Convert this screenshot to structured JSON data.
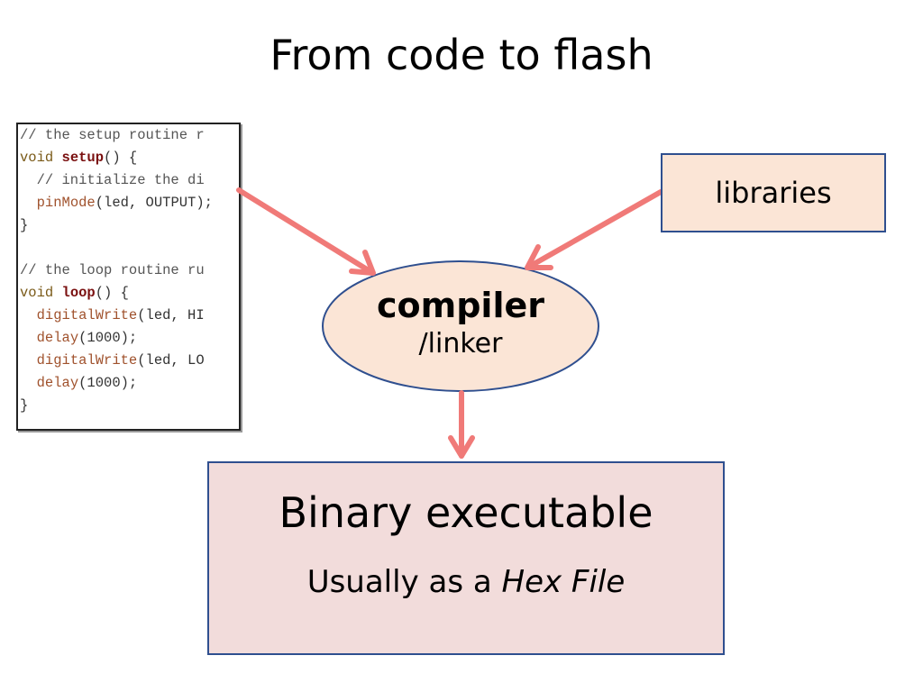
{
  "title": "From code to flash",
  "code_lines": [
    [
      {
        "t": "// the setup routine r",
        "c": "comment"
      }
    ],
    [
      {
        "t": "void ",
        "c": "kw"
      },
      {
        "t": "setup",
        "c": "fn"
      },
      {
        "t": "() {",
        "c": "plain"
      }
    ],
    [
      {
        "t": "  // initialize the di",
        "c": "comment"
      }
    ],
    [
      {
        "t": "  ",
        "c": "plain"
      },
      {
        "t": "pinMode",
        "c": "call"
      },
      {
        "t": "(led, OUTPUT);",
        "c": "plain"
      }
    ],
    [
      {
        "t": "}",
        "c": "plain"
      }
    ],
    [
      {
        "t": "",
        "c": "plain"
      }
    ],
    [
      {
        "t": "// the loop routine ru",
        "c": "comment"
      }
    ],
    [
      {
        "t": "void ",
        "c": "kw"
      },
      {
        "t": "loop",
        "c": "fn"
      },
      {
        "t": "() {",
        "c": "plain"
      }
    ],
    [
      {
        "t": "  ",
        "c": "plain"
      },
      {
        "t": "digitalWrite",
        "c": "call"
      },
      {
        "t": "(led, HI",
        "c": "plain"
      }
    ],
    [
      {
        "t": "  ",
        "c": "plain"
      },
      {
        "t": "delay",
        "c": "call"
      },
      {
        "t": "(1000);",
        "c": "plain"
      }
    ],
    [
      {
        "t": "  ",
        "c": "plain"
      },
      {
        "t": "digitalWrite",
        "c": "call"
      },
      {
        "t": "(led, LO",
        "c": "plain"
      }
    ],
    [
      {
        "t": "  ",
        "c": "plain"
      },
      {
        "t": "delay",
        "c": "call"
      },
      {
        "t": "(1000);",
        "c": "plain"
      }
    ],
    [
      {
        "t": "}",
        "c": "plain"
      }
    ]
  ],
  "libraries_label": "libraries",
  "compiler": {
    "label": "compiler",
    "sublabel": "/linker"
  },
  "binary": {
    "title": "Binary executable",
    "subtitle_prefix": "Usually as a ",
    "subtitle_italic": "Hex File"
  },
  "colors": {
    "arrow": "#f07a78",
    "ellipse_fill": "#fbe5d6",
    "ellipse_stroke": "#2f4f8f",
    "libraries_fill": "#fbe5d6",
    "binary_fill": "#f2dcdb"
  }
}
